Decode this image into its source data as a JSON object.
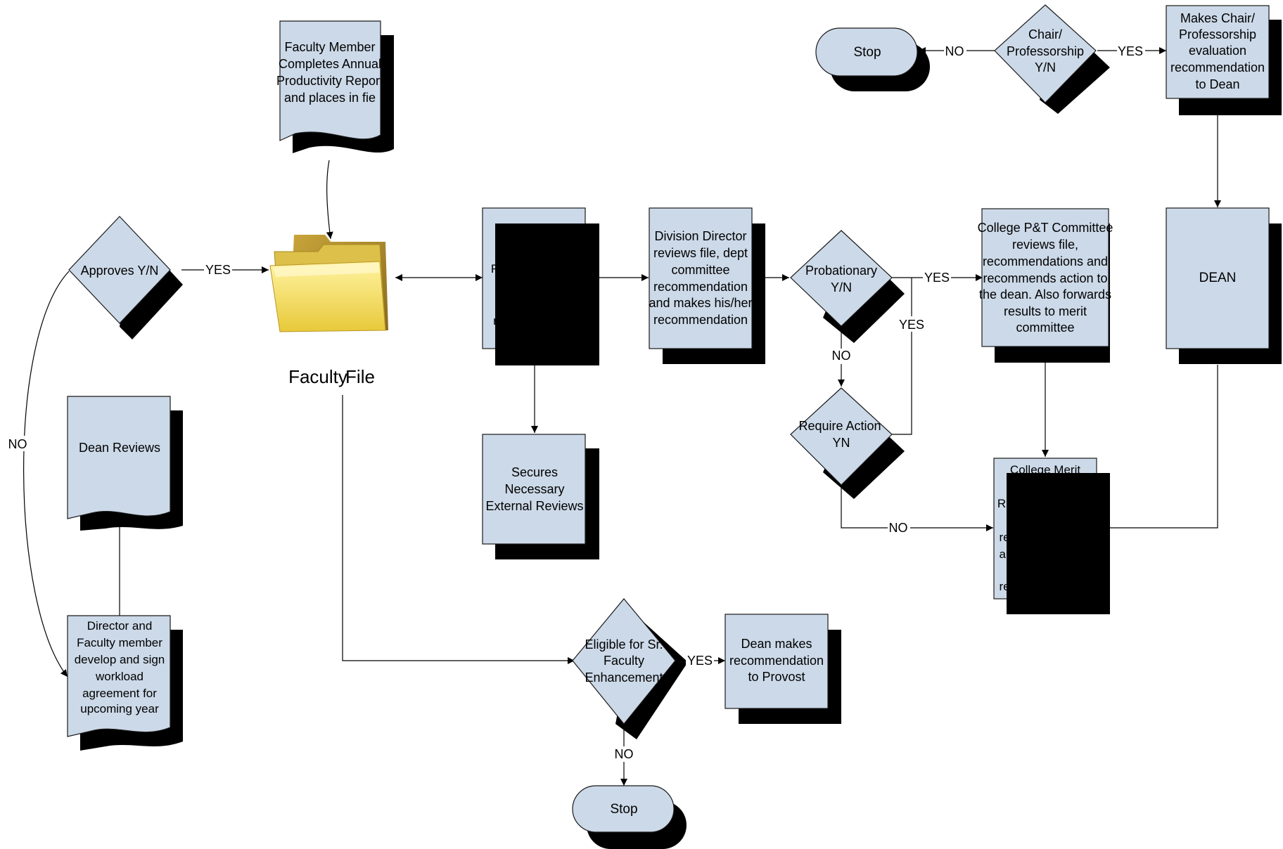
{
  "nodes": {
    "faculty_report": [
      "Faculty Member",
      "Completes Annual",
      "Productivity Report",
      "and places in fie"
    ],
    "faculty_file_left": "Faculty",
    "faculty_file_right": "File",
    "approves": "Approves Y/N",
    "dean_reviews": "Dean Reviews",
    "workload": [
      "Director and",
      "Faculty member",
      "develop and sign",
      "workload",
      "agreement for",
      "upcoming year"
    ],
    "redacted_box_partial": [
      "R",
      "",
      "",
      "r"
    ],
    "secures_reviews": [
      "Secures",
      "Necessary",
      "External Reviews"
    ],
    "division_director": [
      "Division Director",
      "reviews file, dept",
      "committee",
      "recommendation",
      "and makes his/her",
      "recommendation"
    ],
    "probationary": [
      "Probationary",
      "Y/N"
    ],
    "require_action": [
      "Require Action",
      "YN"
    ],
    "college_pt": [
      "College P&T Committee",
      "reviews file,",
      "recommendations and",
      "recommends action to",
      "the dean. Also forwards",
      "results to merit",
      "committee"
    ],
    "college_merit_title": "College Merit",
    "college_merit_partial": [
      "R",
      "",
      "re",
      "ar",
      "",
      "re"
    ],
    "dean": "DEAN",
    "stop_top": "Stop",
    "chair_prof": [
      "Chair/",
      "Professorship",
      "Y/N"
    ],
    "makes_chair": [
      "Makes Chair/",
      "Professorship",
      "evaluation",
      "recommendation",
      "to Dean"
    ],
    "eligible_sr": [
      "Eligible for Sr.",
      "Faculty",
      "Enhancement"
    ],
    "dean_provost": [
      "Dean makes",
      "recommendation",
      "to Provost"
    ],
    "stop_bottom": "Stop"
  },
  "edge_labels": {
    "yes_approves": "YES",
    "no_approves": "NO",
    "yes_probationary": "YES",
    "no_probationary": "NO",
    "yes_require": "YES",
    "no_require": "NO",
    "yes_chair": "YES",
    "no_chair": "NO",
    "yes_eligible": "YES",
    "no_eligible": "NO"
  },
  "colors": {
    "shape_fill": "#ccd9e8",
    "shadow": "#000000",
    "folder": "#f2dc55"
  }
}
